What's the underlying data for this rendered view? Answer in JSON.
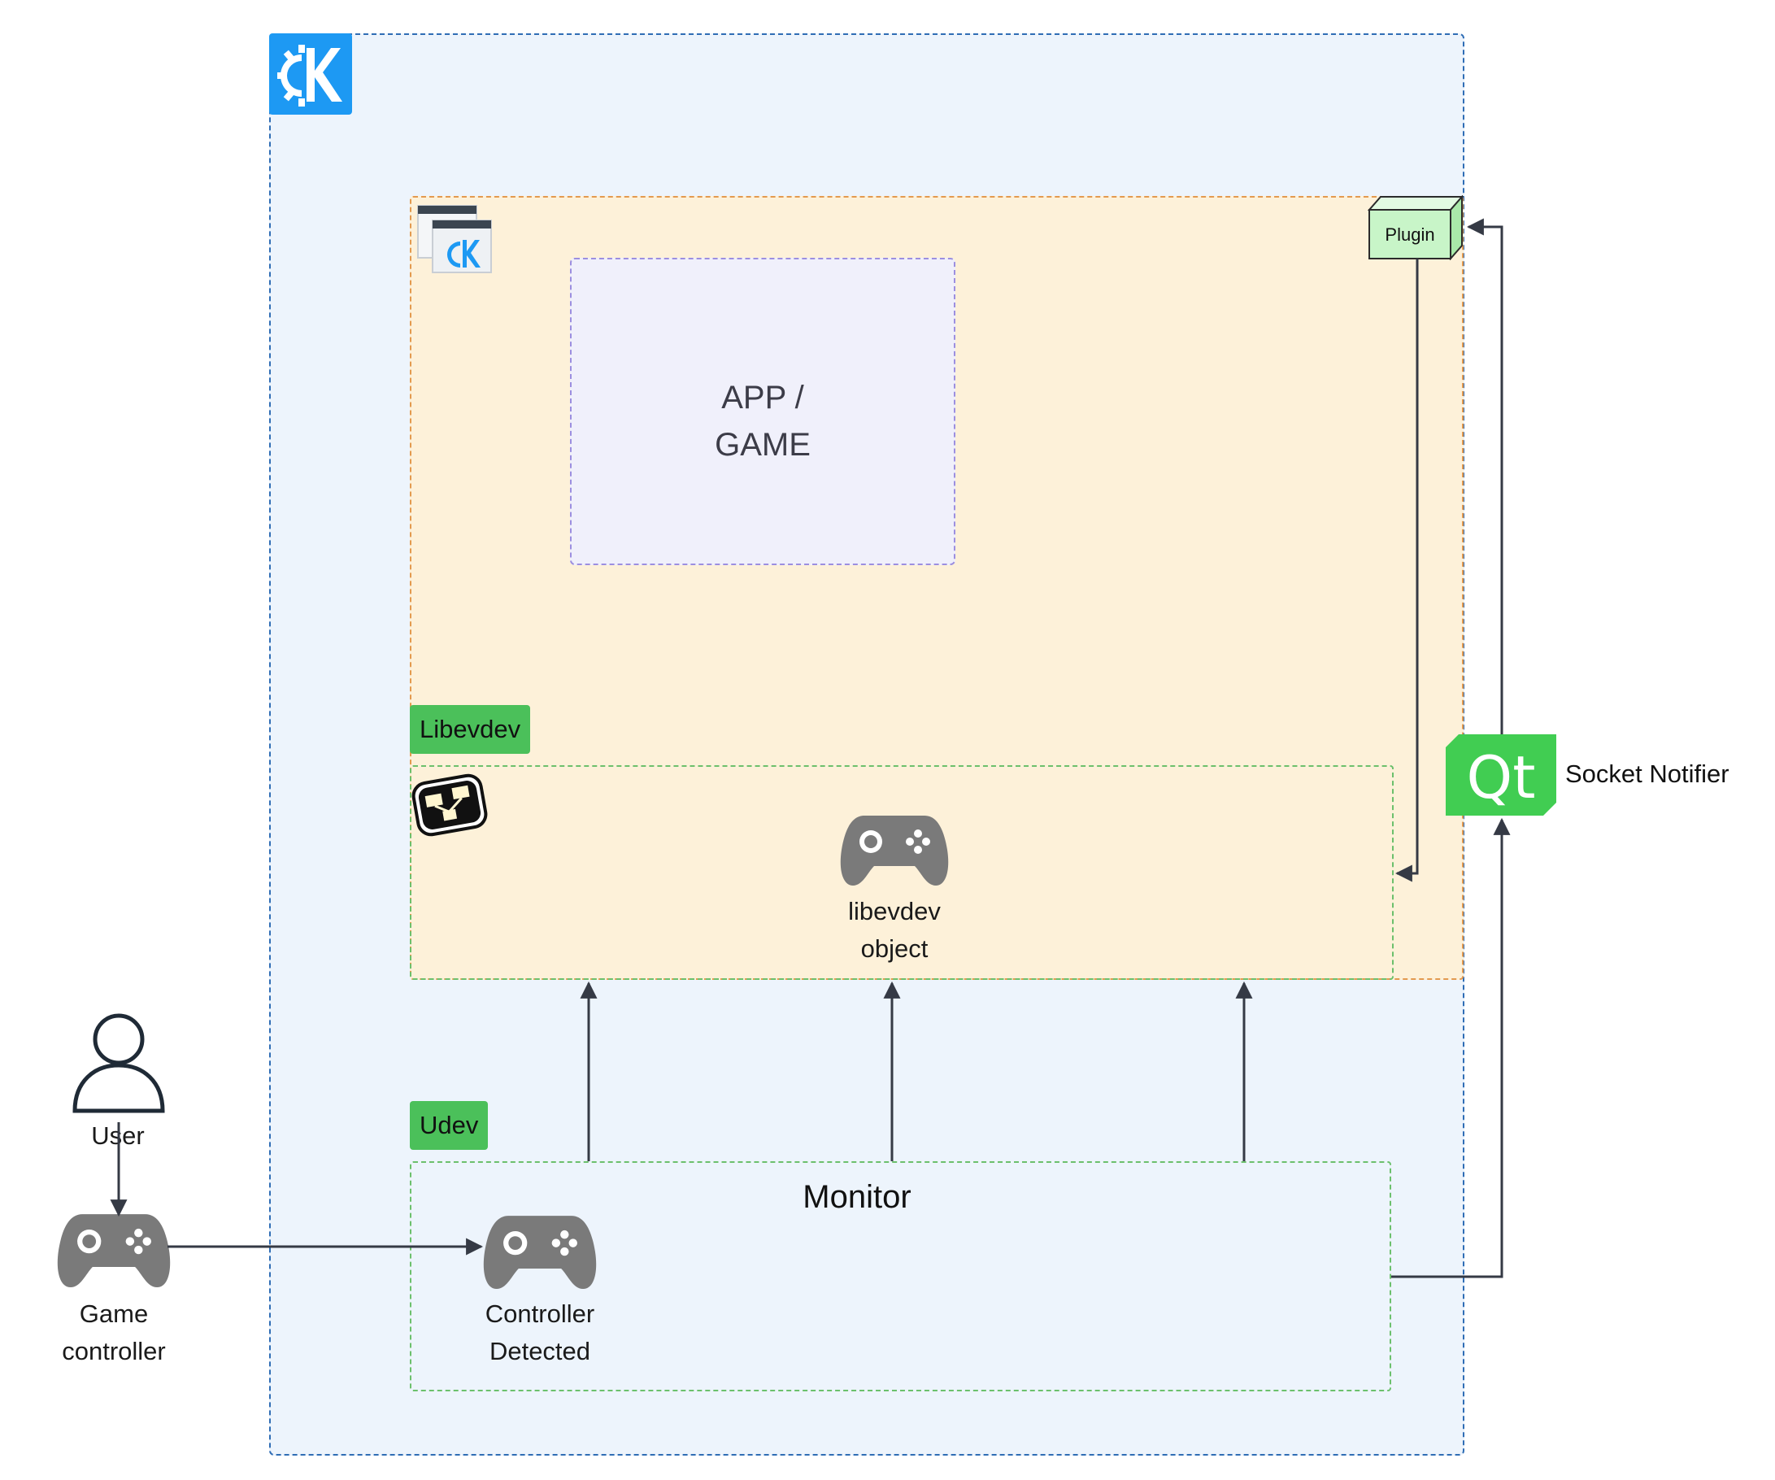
{
  "nodes": {
    "app_game": {
      "label_line1": "APP /",
      "label_line2": "GAME"
    },
    "libevdev": {
      "tag": "Libevdev",
      "object_line1": "libevdev",
      "object_line2": "object"
    },
    "udev": {
      "tag": "Udev",
      "monitor": "Monitor",
      "detected_line1": "Controller",
      "detected_line2": "Detected"
    },
    "plugin": {
      "label": "Plugin"
    },
    "qt": {
      "logo_text": "Qt",
      "label": "Socket Notifier"
    },
    "user": {
      "label": "User"
    },
    "game_controller": {
      "label_line1": "Game",
      "label_line2": "controller"
    }
  },
  "icons": [
    "kde-logo-icon",
    "kde-app-window-icon",
    "libevdev-logo-icon",
    "gamepad-icon",
    "user-icon",
    "qt-logo-icon",
    "plugin-cube-icon"
  ],
  "colors": {
    "kde_frame_border": "#2f6db5",
    "kde_frame_fill": "#edf4fc",
    "app_frame_border": "#e39a4f",
    "app_frame_fill": "#fdf1d9",
    "game_box_border": "#9c8fe0",
    "game_box_fill": "#f0f0fb",
    "green_tag": "#4bc05a",
    "plugin_fill": "#c8f5c8",
    "qt_green": "#41cd52",
    "kde_blue": "#1d99f3",
    "gamepad_gray": "#7a7a7a",
    "arrow": "#353a45"
  }
}
